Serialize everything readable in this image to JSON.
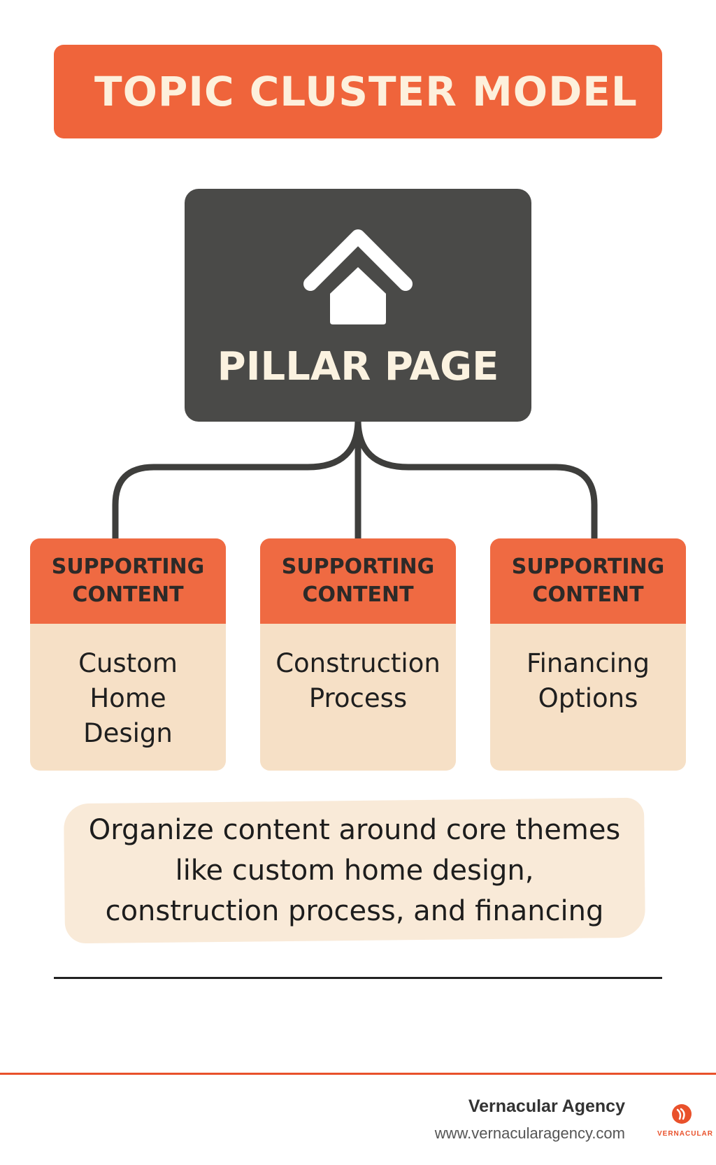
{
  "title": "TOPIC CLUSTER MODEL",
  "pillar": {
    "label": "PILLAR PAGE",
    "icon": "house-icon"
  },
  "supporting": [
    {
      "header_line1": "SUPPORTING",
      "header_line2": "CONTENT",
      "body_lines": [
        "Custom",
        "Home",
        "Design"
      ]
    },
    {
      "header_line1": "SUPPORTING",
      "header_line2": "CONTENT",
      "body_lines": [
        "Construction",
        "Process"
      ]
    },
    {
      "header_line1": "SUPPORTING",
      "header_line2": "CONTENT",
      "body_lines": [
        "Financing",
        "Options"
      ]
    }
  ],
  "note_lines": [
    "Organize content around core themes",
    "like custom home design,",
    "construction process, and financing"
  ],
  "footer": {
    "agency_name": "Vernacular Agency",
    "url": "www.vernacularagency.com",
    "logo_text": "VERNACULAR"
  },
  "colors": {
    "accent": "#ef643b",
    "pillar_bg": "#4a4a48",
    "card_body": "#f6e0c6",
    "cream_text": "#fdf0dc"
  }
}
